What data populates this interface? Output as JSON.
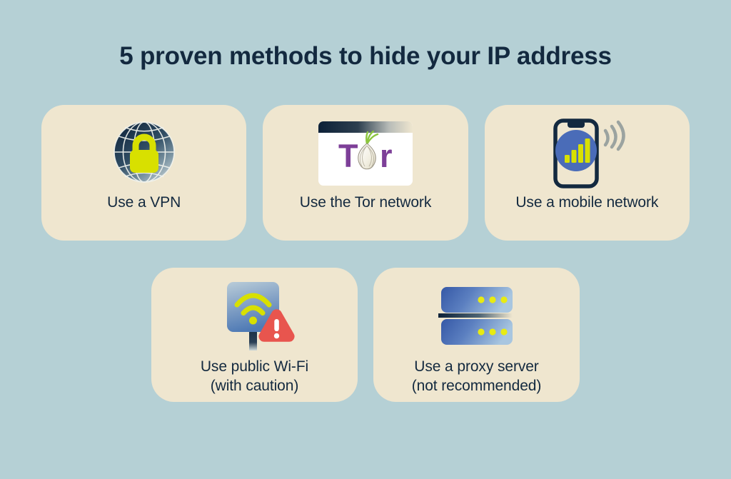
{
  "page": {
    "title": "5 proven methods to hide your IP address",
    "background_color": "#b5d0d5",
    "card_color": "#efe6cf",
    "text_color": "#13293f",
    "accent_lime": "#d8e000",
    "accent_blue": "#4a6cb8",
    "accent_red": "#e8554e",
    "accent_purple": "#7d3f98"
  },
  "rows": [
    {
      "cards": [
        {
          "label": "Use a VPN",
          "icon": "globe-lock-icon"
        },
        {
          "label": "Use the Tor network",
          "icon": "tor-browser-icon",
          "logo_text_left": "T",
          "logo_text_right": "r"
        },
        {
          "label": "Use a mobile network",
          "icon": "mobile-signal-icon"
        }
      ]
    },
    {
      "cards": [
        {
          "label_line_1": "Use public Wi-Fi",
          "label_line_2": "(with caution)",
          "icon": "wifi-sign-warning-icon"
        },
        {
          "label_line_1": "Use a proxy server",
          "label_line_2": "(not recommended)",
          "icon": "proxy-server-icon"
        }
      ]
    }
  ]
}
